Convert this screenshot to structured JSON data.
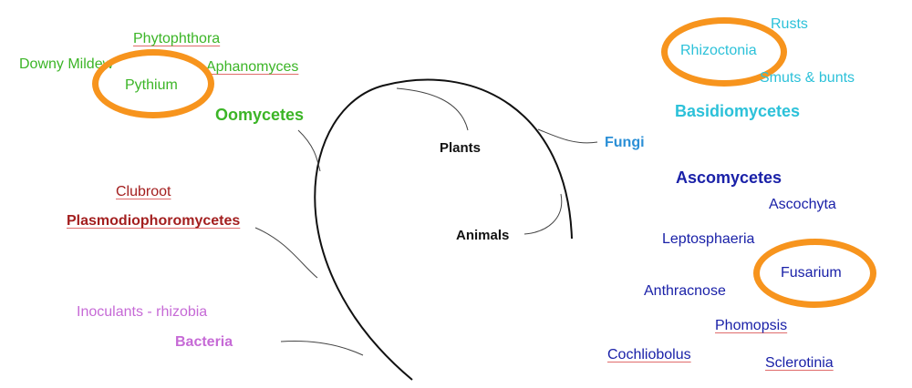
{
  "colors": {
    "oomycetes": "#3cb527",
    "basidiomycetes": "#2cc1d9",
    "fungi": "#2b8fd6",
    "ascomycetes": "#1a21a8",
    "plasmodiophoromycetes": "#a31f1f",
    "bacteria": "#c66ad6",
    "kingdom": "#111111",
    "highlight_ring": "#f7941d",
    "underline": "#e06b6b",
    "branch": "#111111"
  },
  "labels": {
    "phytophthora": "Phytophthora",
    "downy_mildew": "Downy Mildew",
    "aphanomyces": "Aphanomyces",
    "pythium": "Pythium",
    "oomycetes": "Oomycetes",
    "plants": "Plants",
    "animals": "Animals",
    "fungi": "Fungi",
    "rusts": "Rusts",
    "rhizoctonia": "Rhizoctonia",
    "smuts_bunts": "Smuts & bunts",
    "basidiomycetes": "Basidiomycetes",
    "ascomycetes": "Ascomycetes",
    "ascochyta": "Ascochyta",
    "leptosphaeria": "Leptosphaeria",
    "fusarium": "Fusarium",
    "anthracnose": "Anthracnose",
    "phomopsis": "Phomopsis",
    "cochliobolus": "Cochliobolus",
    "sclerotinia": "Sclerotinia",
    "clubroot": "Clubroot",
    "plasmodiophoromycetes": "Plasmodiophoromycetes",
    "inoculants": "Inoculants - rhizobia",
    "bacteria": "Bacteria"
  },
  "highlighted": [
    "Pythium",
    "Rhizoctonia",
    "Fusarium"
  ]
}
